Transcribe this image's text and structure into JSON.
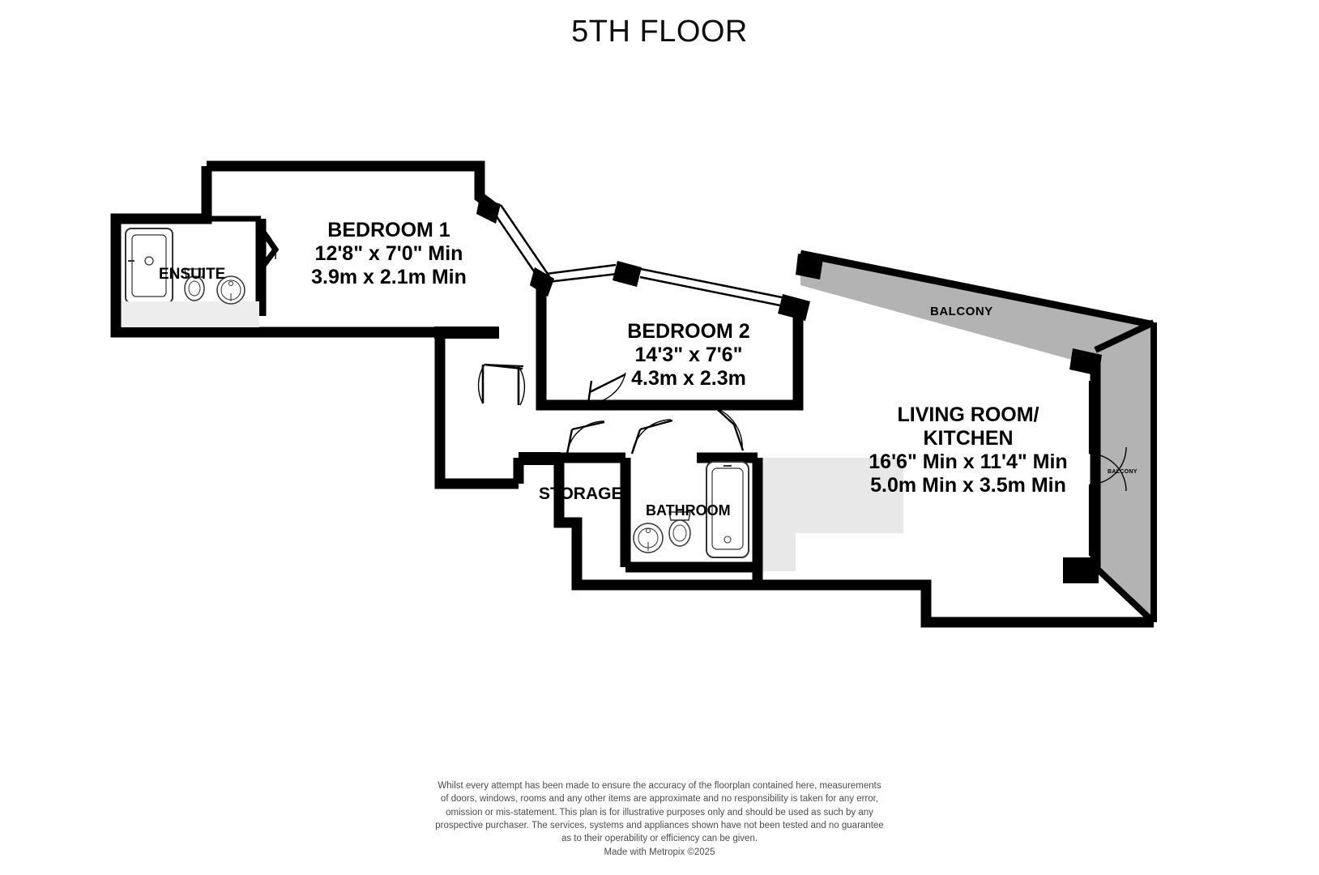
{
  "title": "5TH FLOOR",
  "rooms": {
    "bedroom1": {
      "name": "BEDROOM 1",
      "imperial": "12'8\"  x 7'0\" Min",
      "metric": "3.9m  x 2.1m Min"
    },
    "bedroom2": {
      "name": "BEDROOM 2",
      "imperial": "14'3\"  x 7'6\"",
      "metric": "4.3m  x 2.3m"
    },
    "living": {
      "name_line1": "LIVING ROOM/",
      "name_line2": "KITCHEN",
      "imperial": "16'6\" Min x 11'4\" Min",
      "metric": "5.0m Min x 3.5m Min"
    },
    "ensuite": {
      "name": "ENSUITE"
    },
    "storage": {
      "name": "STORAGE"
    },
    "bathroom": {
      "name": "BATHROOM"
    },
    "balcony_top": {
      "name": "BALCONY"
    },
    "balcony_right": {
      "name": "BALCONY"
    }
  },
  "colors": {
    "wall": "#000000",
    "balcony_fill": "#b3b3b3",
    "floor_shade": "#e8e8e8",
    "text": "#000000",
    "disclaimer_text": "#4d4d4d",
    "background": "#ffffff"
  },
  "disclaimer": {
    "line1": "Whilst every attempt has been made to ensure the accuracy of the floorplan contained here, measurements",
    "line2": "of doors, windows, rooms and any other items are approximate and no responsibility is taken for any error,",
    "line3": "omission or mis-statement. This plan is for illustrative purposes only and should be used as such by any",
    "line4": "prospective purchaser. The services, systems and appliances shown have not been tested and no guarantee",
    "line5": "as to their operability or efficiency can be given.",
    "made_with": "Made with Metropix ©2025"
  }
}
